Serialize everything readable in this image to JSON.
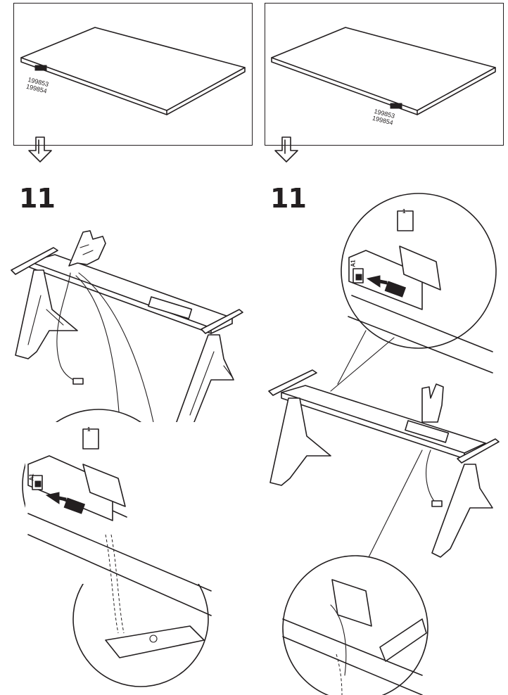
{
  "panels": {
    "left": {
      "part_numbers": [
        "199853",
        "199854"
      ]
    },
    "right": {
      "part_numbers": [
        "199853",
        "199854"
      ]
    }
  },
  "steps": {
    "left": {
      "number": "11"
    },
    "right": {
      "number": "11"
    }
  },
  "connector_labels": {
    "port_a1": "A1",
    "port_1": "1"
  },
  "icons": [
    "down-arrow-icon",
    "pointing-hand-icon",
    "cable-plug-icon"
  ]
}
